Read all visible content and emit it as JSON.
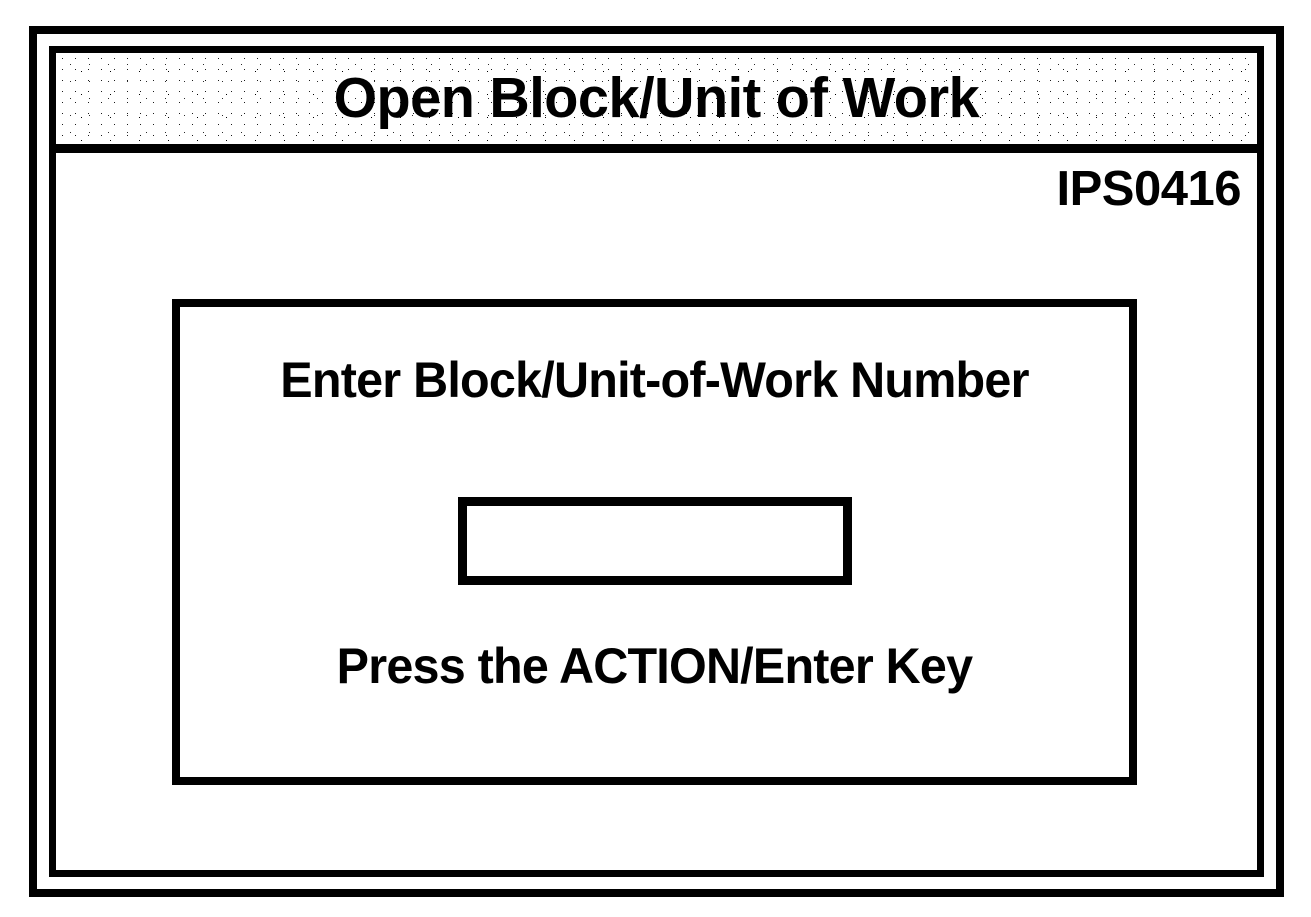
{
  "screen": {
    "title": "Open Block/Unit of Work",
    "screen_id": "IPS0416",
    "colors": {
      "foreground": "#000000",
      "background": "#ffffff",
      "title_bar_background": "#f2f2f2"
    }
  },
  "dialog": {
    "prompt_label": "Enter Block/Unit-of-Work Number",
    "entry_field": {
      "value": "",
      "placeholder": ""
    },
    "action_label": "Press the ACTION/Enter Key"
  }
}
